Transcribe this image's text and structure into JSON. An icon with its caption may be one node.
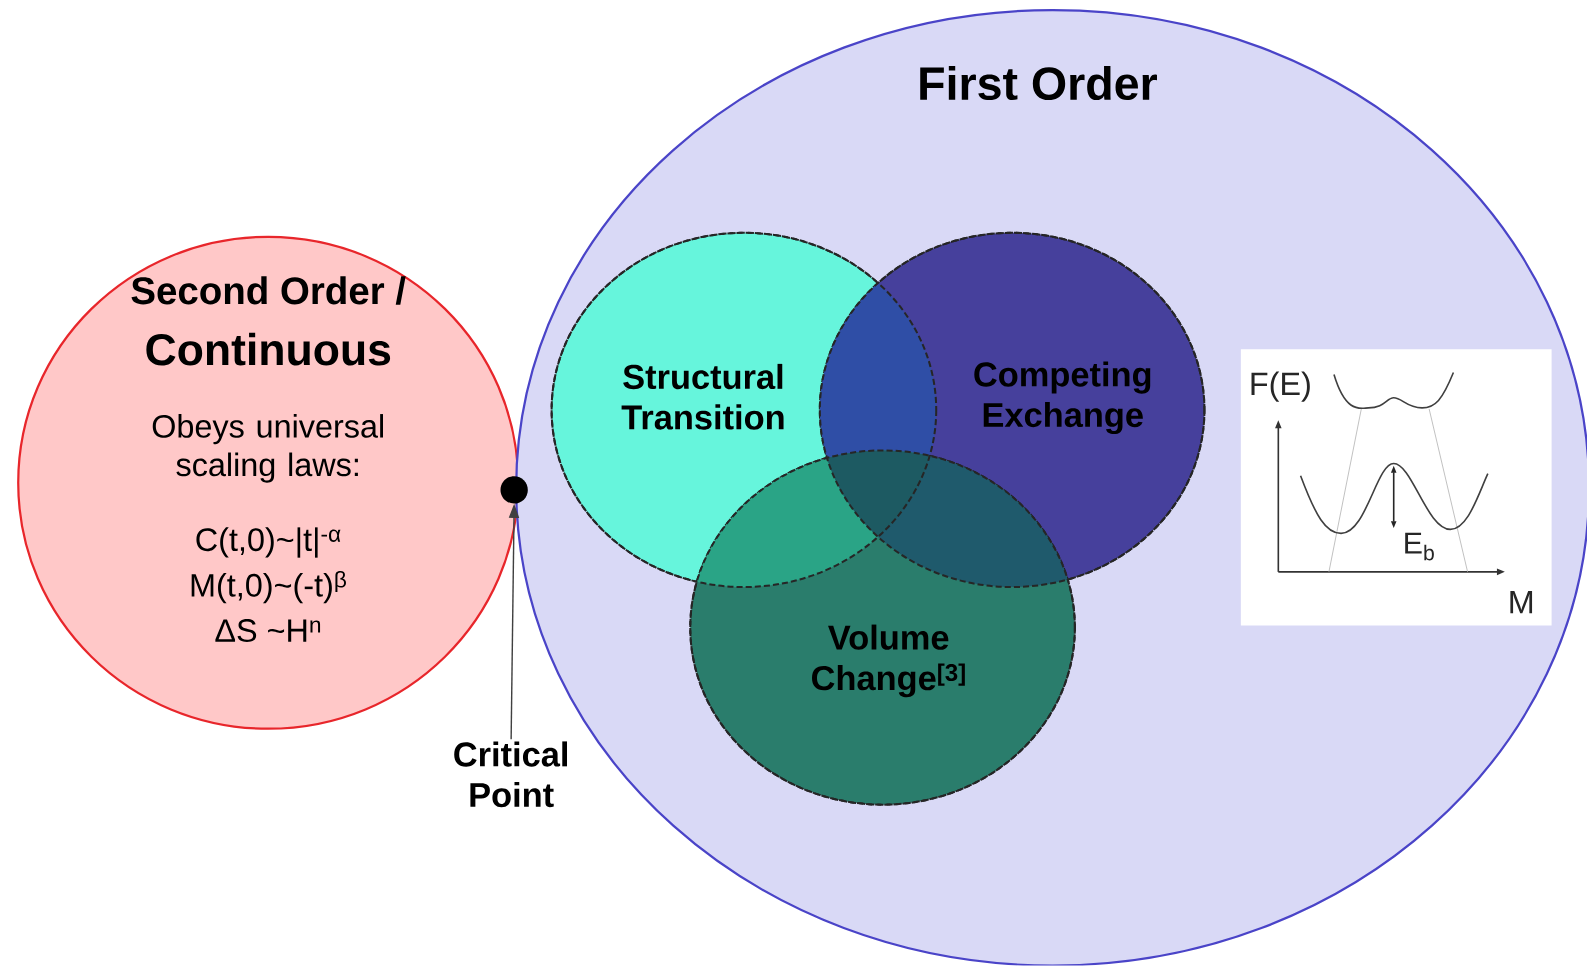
{
  "diagram": {
    "nodes": [
      {
        "text": [
          "Second Order /",
          "Continuous",
          "Obeys universal scaling laws:",
          "C(t,0)~|t|$^{-α}$",
          "M(t,0)~(-t)$^{β}$",
          "ΔS ~H$^{n}$"
        ]
      },
      {
        "text": [
          "First Order"
        ]
      },
      {
        "text": [
          "Structural Transition"
        ],
        "in": 1
      },
      {
        "text": [
          "Competing Exchange"
        ],
        "in": 1
      },
      {
        "text": [
          "Volume Change$^{[3]}$"
        ],
        "in": 1
      },
      {
        "text": [],
        "shape": "circle"
      },
      {
        "text": [
          "Critical Point"
        ]
      }
    ],
    "edges": [
      {
        "from": 6,
        "to": 5,
        "arrow": "to"
      }
    ],
    "labels": [
      "F(E)",
      "E$_{b}$",
      "M"
    ]
  }
}
